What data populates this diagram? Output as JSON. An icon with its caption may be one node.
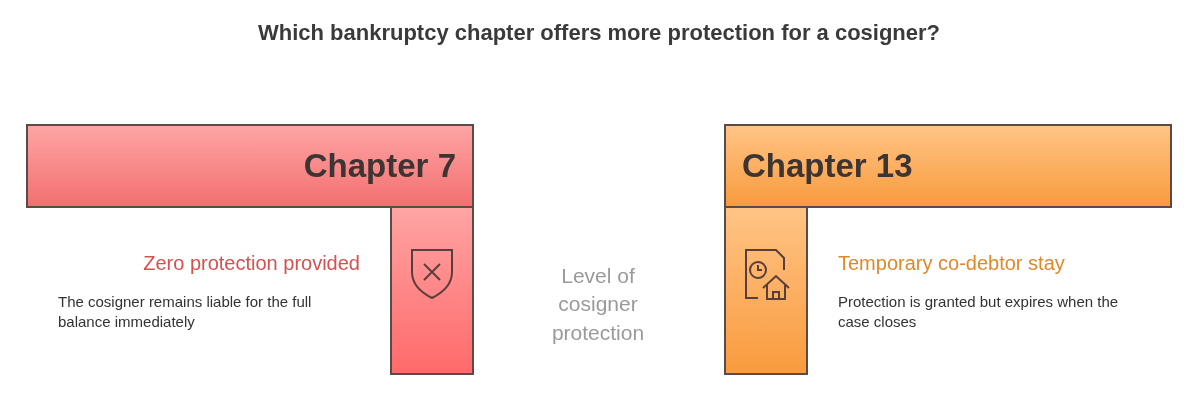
{
  "diagram": {
    "title": "Which bankruptcy chapter offers more protection for a cosigner?",
    "nodes": [
      {
        "text": [
          "Chapter 7"
        ],
        "beside": [
          "Zero protection provided",
          "The cosigner remains liable for the full balance immediately"
        ]
      },
      {
        "text": [],
        "shape": "bar"
      },
      {
        "text": [
          "Chapter 13"
        ],
        "beside": [
          "Temporary co-debtor stay",
          "Protection is granted but expires when the case closes"
        ]
      },
      {
        "text": [],
        "shape": "bar"
      }
    ],
    "edges": [],
    "labels": [
      "Level of cosigner protection"
    ]
  }
}
